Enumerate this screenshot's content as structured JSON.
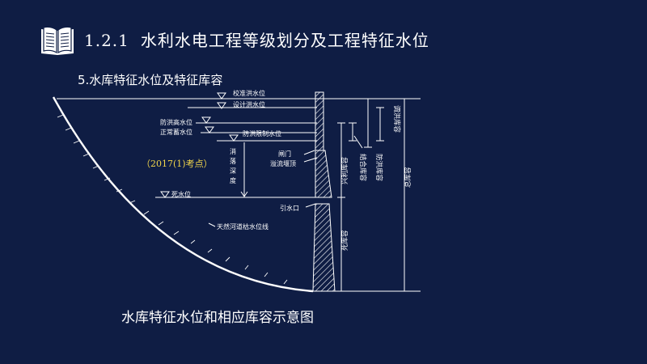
{
  "slide": {
    "section_number": "1.2.1",
    "section_title": "水利水电工程等级划分及工程特征水位",
    "subtitle": "5.水库特征水位及特征库容",
    "caption": "水库特征水位和相应库容示意图"
  },
  "diagram": {
    "levels": {
      "check_flood": "校准洪水位",
      "design_flood": "设计洪水位",
      "flood_high": "防洪高水位",
      "normal_pool": "正常蓄水位",
      "flood_limit": "防洪限制水位",
      "dead": "死水位"
    },
    "structures": {
      "gate": "闸门",
      "spillway_crest": "溢流堰顶",
      "intake": "引水口",
      "natural_dry_level": "天然河道枯水位线"
    },
    "drawdown_depth": [
      "消",
      "落",
      "深",
      "度"
    ],
    "exam_note": "（2017(1)考点）",
    "capacities": {
      "flood_regulation": "调洪库容",
      "beneficial": "兴利库容",
      "joint_use": "结合库容",
      "flood_control": "防洪库容",
      "dead": "死库容",
      "total": "总库容"
    }
  },
  "colors": {
    "background": "#0f1d44",
    "exam_note": "#f2d64b"
  }
}
